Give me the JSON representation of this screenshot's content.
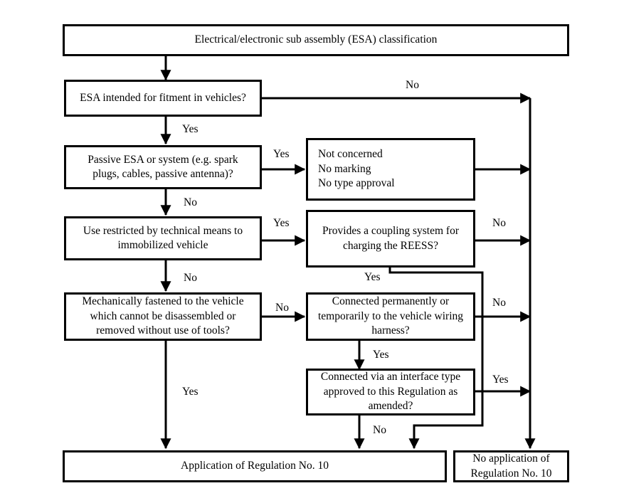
{
  "diagram": {
    "title": "Electrical/electronic sub assembly (ESA) classification",
    "nodes": {
      "title_box": "Electrical/electronic sub assembly (ESA) classification",
      "q_fitment": "ESA intended for fitment in vehicles?",
      "q_passive": "Passive ESA or system (e.g. spark\nplugs, cables, passive antenna)?",
      "outcome_not_concerned": "Not concerned\nNo marking\nNo type approval",
      "q_restricted": "Use restricted by technical means to\nimmobilized vehicle",
      "q_coupling": "Provides a coupling system for\ncharging the REESS?",
      "q_fastened": "Mechanically fastened to the vehicle\nwhich cannot be disassembled or\nremoved without use of tools?",
      "q_connected": "Connected permanently or\ntemporarily to the vehicle wiring\nharness?",
      "q_interface": "Connected via an interface type\napproved to this Regulation as\namended?",
      "result_apply": "Application of Regulation No. 10",
      "result_no_apply": "No application of\nRegulation No. 10"
    },
    "edge_labels": {
      "fitment_no": "No",
      "fitment_yes": "Yes",
      "passive_yes": "Yes",
      "passive_no": "No",
      "restricted_yes": "Yes",
      "restricted_no": "No",
      "coupling_no": "No",
      "coupling_yes": "Yes",
      "fastened_no": "No",
      "fastened_yes": "Yes",
      "connected_no": "No",
      "connected_yes": "Yes",
      "interface_yes": "Yes",
      "interface_no": "No"
    },
    "colors": {
      "stroke": "#000000",
      "fill": "#ffffff",
      "text": "#000000"
    }
  }
}
